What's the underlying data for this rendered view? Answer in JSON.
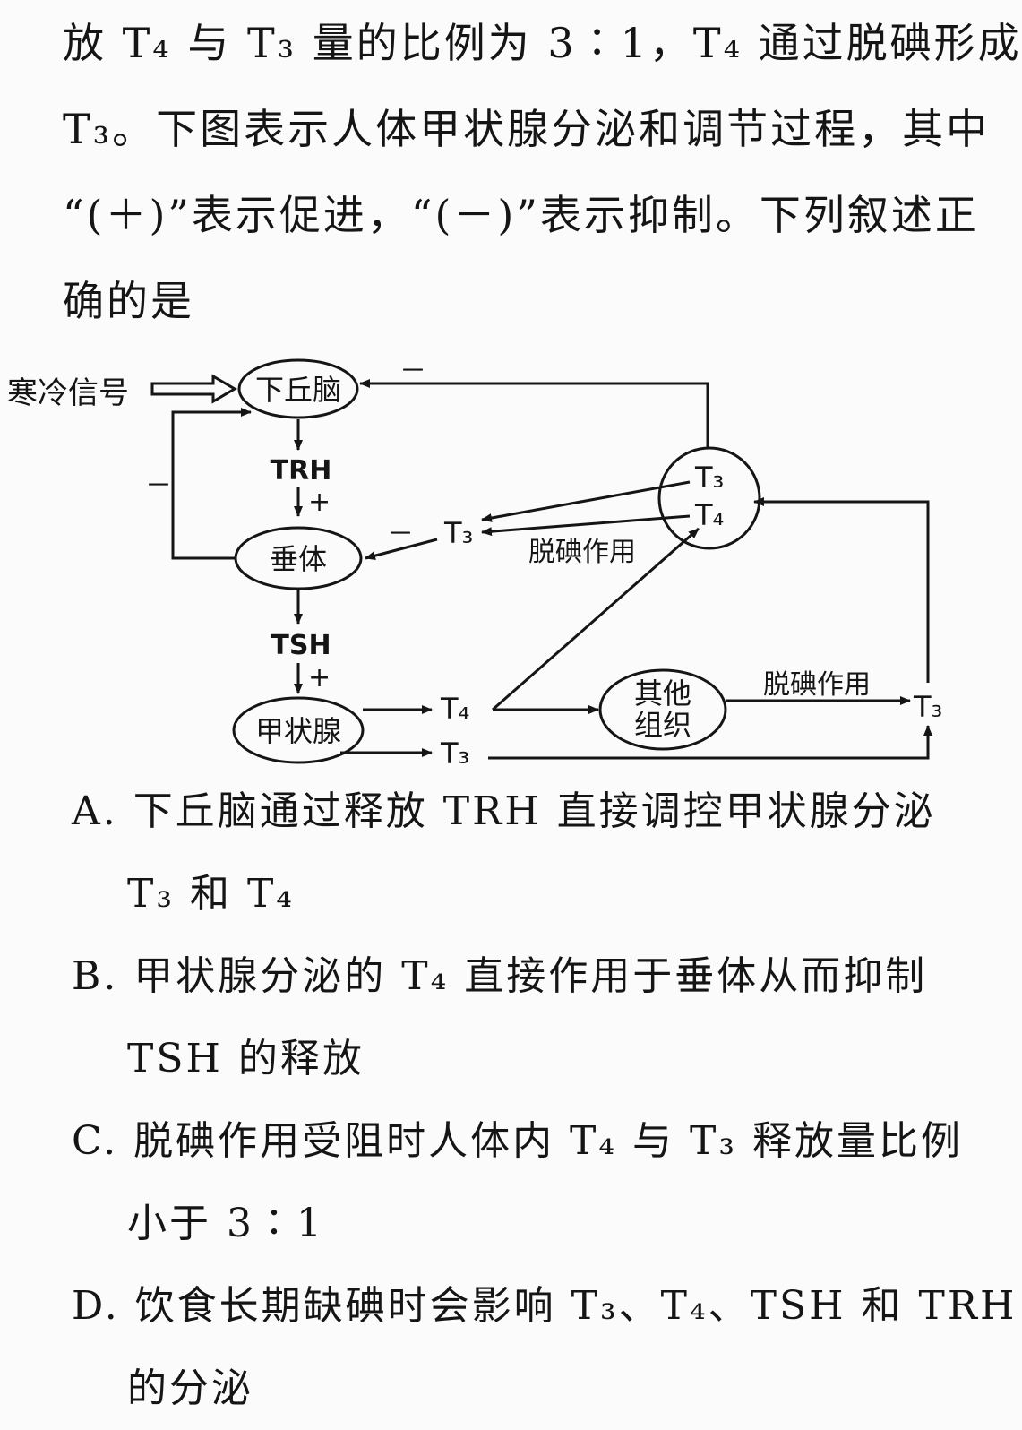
{
  "stem": {
    "lines": [
      "放 T₄ 与 T₃ 量的比例为 3∶1，T₄ 通过脱碘形成",
      "T₃。下图表示人体甲状腺分泌和调节过程，其中",
      "“(＋)”表示促进，“(－)”表示抑制。下列叙述正",
      "确的是"
    ]
  },
  "diagram": {
    "cold_signal": "寒冷信号",
    "hypothalamus": "下丘脑",
    "pituitary": "垂体",
    "thyroid": "甲状腺",
    "other_tissue_1": "其他",
    "other_tissue_2": "组织",
    "trh": "TRH",
    "tsh": "TSH",
    "plus": "+",
    "minus": "－",
    "deiodination": "脱碘作用",
    "t3": "T₃",
    "t4": "T₄"
  },
  "options": [
    {
      "row1": "A. 下丘脑通过释放 TRH 直接调控甲状腺分泌",
      "row2": "T₃ 和 T₄"
    },
    {
      "row1": "B. 甲状腺分泌的 T₄ 直接作用于垂体从而抑制",
      "row2": "TSH 的释放"
    },
    {
      "row1": "C. 脱碘作用受阻时人体内 T₄ 与 T₃ 释放量比例",
      "row2": "小于 3∶1"
    },
    {
      "row1": "D. 饮食长期缺碘时会影响 T₃、T₄、TSH 和 TRH",
      "row2": "的分泌"
    }
  ]
}
